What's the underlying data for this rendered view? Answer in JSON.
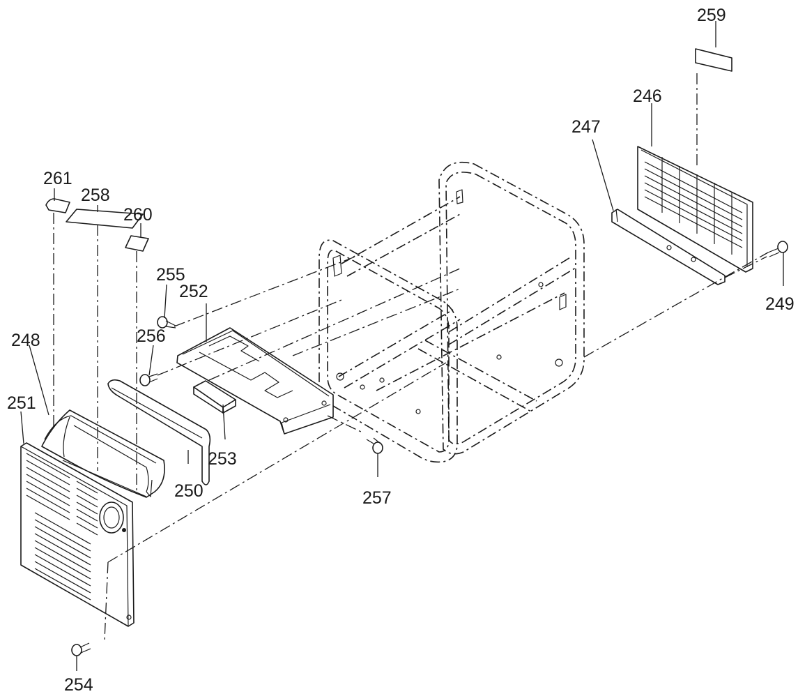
{
  "callouts": [
    {
      "id": "246",
      "label": "246"
    },
    {
      "id": "247",
      "label": "247"
    },
    {
      "id": "248",
      "label": "248"
    },
    {
      "id": "249",
      "label": "249"
    },
    {
      "id": "250",
      "label": "250"
    },
    {
      "id": "251",
      "label": "251"
    },
    {
      "id": "252",
      "label": "252"
    },
    {
      "id": "253",
      "label": "253"
    },
    {
      "id": "254",
      "label": "254"
    },
    {
      "id": "255",
      "label": "255"
    },
    {
      "id": "256",
      "label": "256"
    },
    {
      "id": "257",
      "label": "257"
    },
    {
      "id": "258",
      "label": "258"
    },
    {
      "id": "259",
      "label": "259"
    },
    {
      "id": "260",
      "label": "260"
    },
    {
      "id": "261",
      "label": "261"
    }
  ]
}
